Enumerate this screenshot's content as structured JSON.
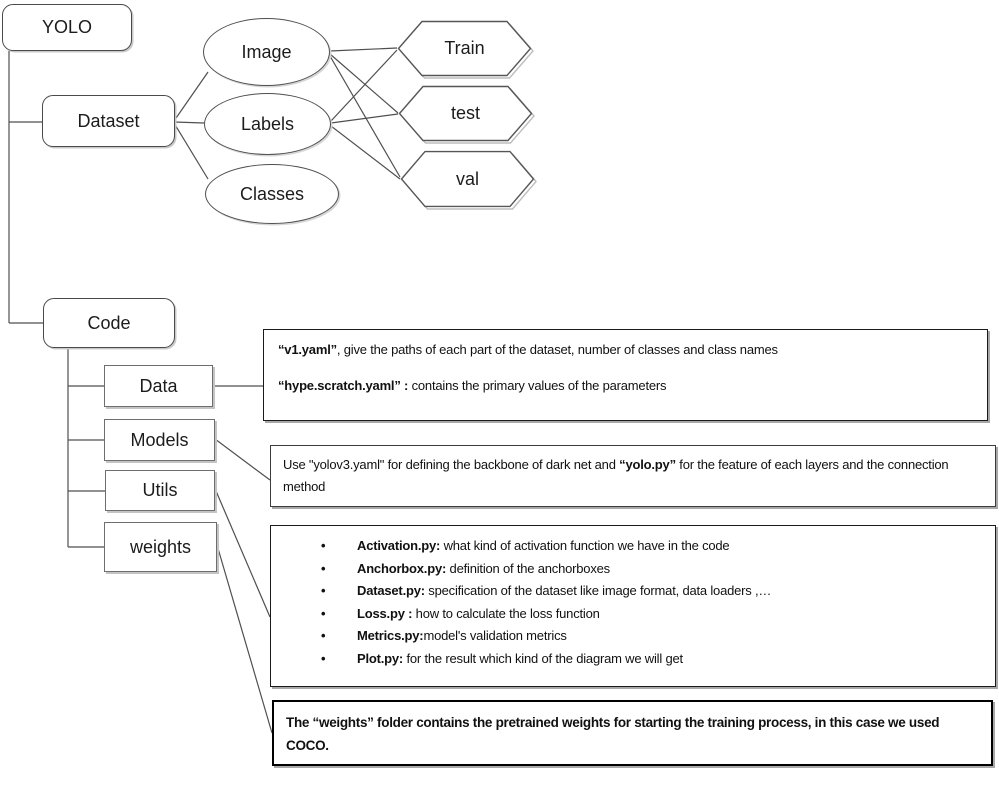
{
  "nodes": {
    "yolo": "YOLO",
    "dataset": "Dataset",
    "code": "Code",
    "image": "Image",
    "labels": "Labels",
    "classes": "Classes",
    "train": "Train",
    "test": "test",
    "val": "val",
    "data": "Data",
    "models": "Models",
    "utils": "Utils",
    "weights": "weights"
  },
  "notes": {
    "data_note": {
      "line1_bold": "“v1.yaml”",
      "line1_rest": ", give the paths of each part of the dataset, number of classes and class names",
      "line2_bold": "“hype.scratch.yaml” :",
      "line2_rest": " contains the primary values of the parameters"
    },
    "models_note": {
      "pre": "Use \"yolov3.yaml\" for defining the backbone of dark net and ",
      "bold": "“yolo.py”",
      "post": " for the feature of each layers and the connection method"
    },
    "utils_note": {
      "bullet": "•",
      "items": [
        {
          "bold": "Activation.py:",
          "rest": " what kind of activation function we have in the code"
        },
        {
          "bold": "Anchorbox.py:",
          "rest": " definition of the anchorboxes"
        },
        {
          "bold": "Dataset.py:",
          "rest": " specification of the dataset like image format, data loaders ,…"
        },
        {
          "bold": "Loss.py :",
          "rest": " how to calculate the loss function"
        },
        {
          "bold": "Metrics.py:",
          "rest": "model's validation metrics"
        },
        {
          "bold": "Plot.py:",
          "rest": " for the result which kind of the diagram we will get"
        }
      ]
    },
    "weights_note": {
      "text": "The “weights” folder contains the pretrained weights for starting the training process, in this case we used COCO."
    }
  }
}
